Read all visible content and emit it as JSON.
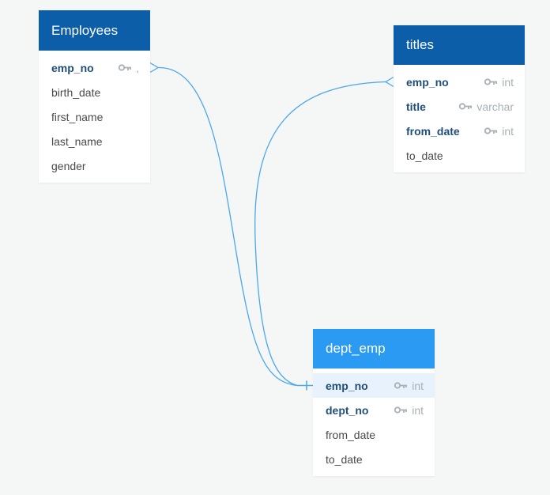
{
  "tables": {
    "employees": {
      "title": "Employees",
      "columns": [
        {
          "name": "emp_no",
          "type": ",",
          "is_key": true
        },
        {
          "name": "birth_date",
          "type": "",
          "is_key": false
        },
        {
          "name": "first_name",
          "type": "",
          "is_key": false
        },
        {
          "name": "last_name",
          "type": "",
          "is_key": false
        },
        {
          "name": "gender",
          "type": "",
          "is_key": false
        }
      ]
    },
    "titles": {
      "title": "titles",
      "columns": [
        {
          "name": "emp_no",
          "type": "int",
          "is_key": true
        },
        {
          "name": "title",
          "type": "varchar",
          "is_key": true
        },
        {
          "name": "from_date",
          "type": "int",
          "is_key": true
        },
        {
          "name": "to_date",
          "type": "",
          "is_key": false
        }
      ]
    },
    "dept_emp": {
      "title": "dept_emp",
      "columns": [
        {
          "name": "emp_no",
          "type": "int",
          "is_key": true
        },
        {
          "name": "dept_no",
          "type": "int",
          "is_key": true
        },
        {
          "name": "from_date",
          "type": "",
          "is_key": false
        },
        {
          "name": "to_date",
          "type": "",
          "is_key": false
        }
      ]
    }
  },
  "relationships": [
    {
      "from_table": "employees",
      "from_column": "emp_no",
      "to_table": "dept_emp",
      "to_column": "emp_no",
      "from_end": "many",
      "to_end": "one"
    },
    {
      "from_table": "titles",
      "from_column": "emp_no",
      "to_table": "dept_emp",
      "to_column": "emp_no",
      "from_end": "many",
      "to_end": "one"
    }
  ],
  "colors": {
    "background": "#f5f6f6",
    "header_dark": "#0c5ea8",
    "header_light": "#2a9af2",
    "link": "#4aa8ee",
    "key_text": "#1f4e7a",
    "meta_text": "#a9b0b6",
    "highlight_row": "#e8f2fd"
  },
  "icons": {
    "key": "key-icon"
  }
}
